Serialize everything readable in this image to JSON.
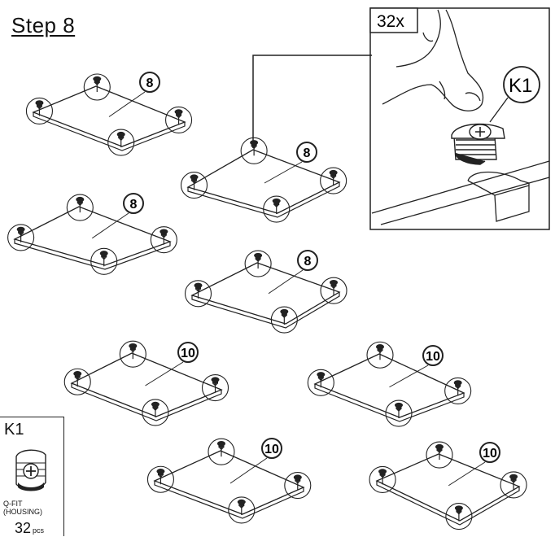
{
  "step": {
    "title": "Step 8"
  },
  "detail": {
    "quantity": "32x",
    "part_code": "K1"
  },
  "panels": [
    {
      "count": "8"
    },
    {
      "count": "8"
    },
    {
      "count": "8"
    },
    {
      "count": "8"
    },
    {
      "count": "10"
    },
    {
      "count": "10"
    },
    {
      "count": "10"
    },
    {
      "count": "10"
    }
  ],
  "parts_list": {
    "code": "K1",
    "name_line1": "Q-FIT",
    "name_line2": "(HOUSING)",
    "quantity": "32",
    "unit": "pcs"
  },
  "colors": {
    "line": "#222222",
    "background": "#ffffff"
  }
}
